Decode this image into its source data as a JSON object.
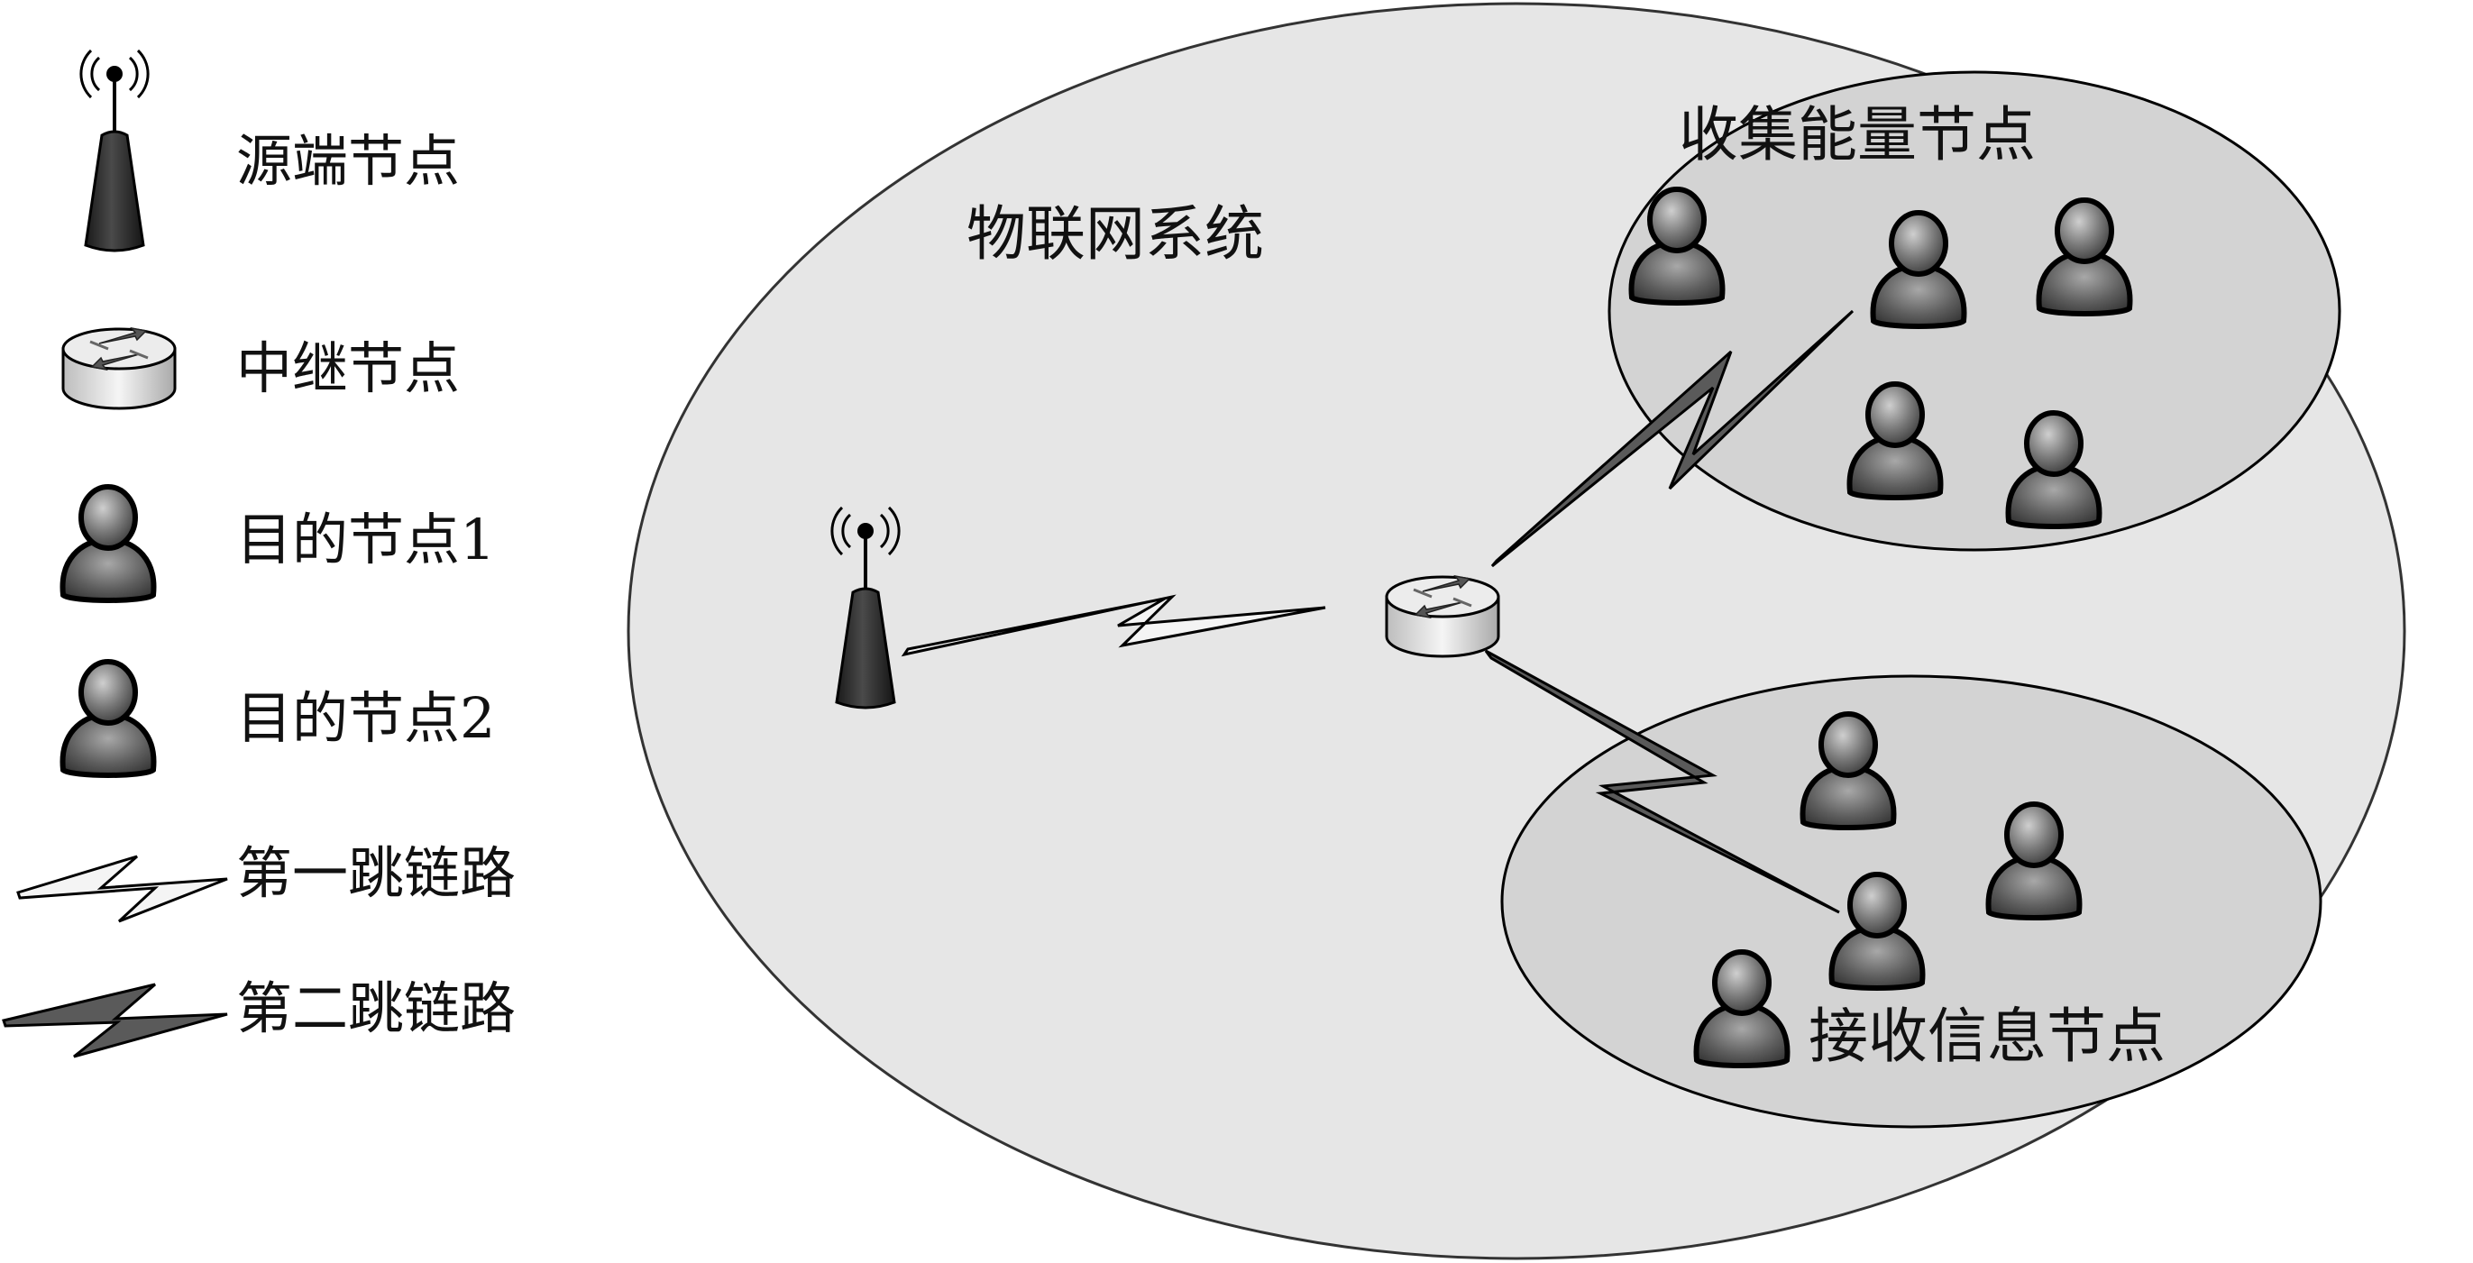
{
  "legend": {
    "source_node": "源端节点",
    "relay_node": "中继节点",
    "dest_node_1": "目的节点1",
    "dest_node_2": "目的节点2",
    "first_hop_link": "第一跳链路",
    "second_hop_link": "第二跳链路"
  },
  "system_label": "物联网系统",
  "energy_group_label": "收集能量节点",
  "info_group_label": "接收信息节点",
  "colors": {
    "system_fill": "#e6e6e6",
    "group_fill": "#d3d3d3",
    "user_dark": "#4a4a4a",
    "first_hop_fill": "#f4f4f4",
    "second_hop_fill": "#5a5a5a"
  }
}
